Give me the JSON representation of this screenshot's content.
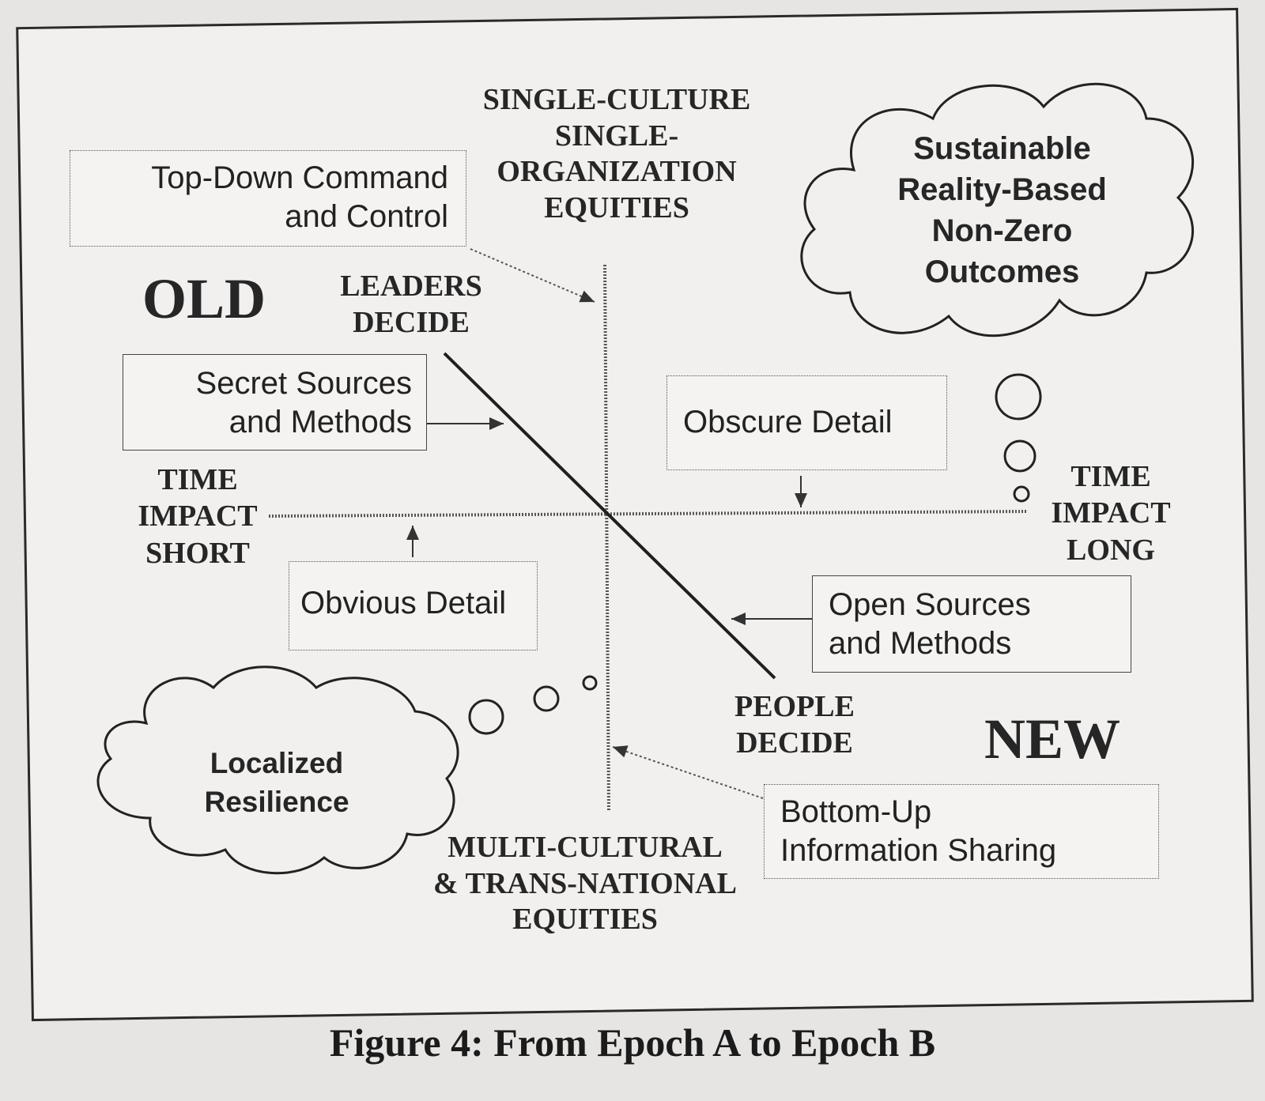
{
  "labels": {
    "top_axis": "SINGLE-CULTURE\nSINGLE-\nORGANIZATION\nEQUITIES",
    "bottom_axis": "MULTI-CULTURAL\n& TRANS-NATIONAL\nEQUITIES",
    "left_axis": "TIME\nIMPACT\nSHORT",
    "right_axis": "TIME\nIMPACT\nLONG",
    "old": "OLD",
    "new": "NEW",
    "leaders_decide": "LEADERS\nDECIDE",
    "people_decide": "PEOPLE\nDECIDE"
  },
  "boxes": {
    "top_down": "Top-Down Command\nand Control",
    "secret_sources": "Secret Sources\nand Methods",
    "obscure_detail": "Obscure Detail",
    "obvious_detail": "Obvious Detail",
    "open_sources": "Open Sources\nand Methods",
    "bottom_up": "Bottom-Up\nInformation Sharing"
  },
  "clouds": {
    "sustainable": "Sustainable\nReality-Based\nNon-Zero\nOutcomes",
    "localized": "Localized\nResilience"
  },
  "caption": "Figure 4: From Epoch A to Epoch B"
}
